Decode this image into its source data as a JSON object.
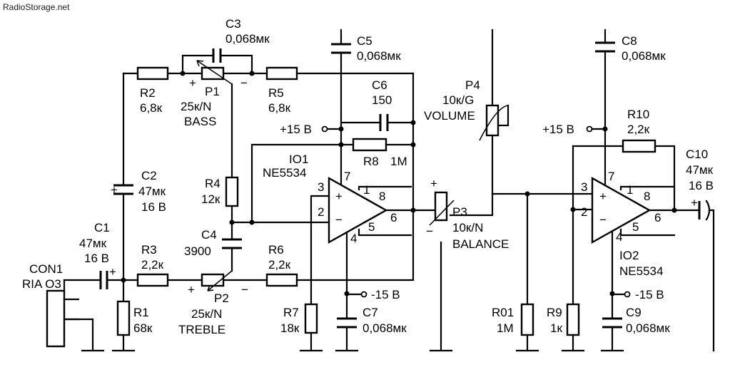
{
  "watermark": "RadioStorage.net",
  "components": {
    "c1": {
      "ref": "C1",
      "value": "47мк",
      "voltage": "16 В"
    },
    "c2": {
      "ref": "C2",
      "value": "47мк",
      "voltage": "16 В"
    },
    "c3": {
      "ref": "C3",
      "value": "0,068мк"
    },
    "c4": {
      "ref": "C4",
      "value": "3900"
    },
    "c5": {
      "ref": "C5",
      "value": "0,068мк"
    },
    "c6": {
      "ref": "C6",
      "value": "150"
    },
    "c7": {
      "ref": "C7",
      "value": "0,068мк"
    },
    "c8": {
      "ref": "C8",
      "value": "0,068мк"
    },
    "c9": {
      "ref": "C9",
      "value": "0,068мк"
    },
    "c10": {
      "ref": "C10",
      "value": "47мк",
      "voltage": "16 В"
    },
    "r1": {
      "ref": "R1",
      "value": "68к"
    },
    "r2": {
      "ref": "R2",
      "value": "6,8к"
    },
    "r3": {
      "ref": "R3",
      "value": "2,2к"
    },
    "r4": {
      "ref": "R4",
      "value": "12к"
    },
    "r5": {
      "ref": "R5",
      "value": "6,8к"
    },
    "r6": {
      "ref": "R6",
      "value": "2,2к"
    },
    "r7": {
      "ref": "R7",
      "value": "18к"
    },
    "r8": {
      "ref": "R8",
      "value": "1M"
    },
    "r9": {
      "ref": "R9",
      "value": "1к"
    },
    "r10": {
      "ref": "R10",
      "value": "2,2к"
    },
    "r01": {
      "ref": "R01",
      "value": "1M"
    },
    "p1": {
      "ref": "P1",
      "value": "25к/N",
      "name": "BASS"
    },
    "p2": {
      "ref": "P2",
      "value": "25к/N",
      "name": "TREBLE"
    },
    "p3": {
      "ref": "P3",
      "value": "10к/N",
      "name": "BALANCE"
    },
    "p4": {
      "ref": "P4",
      "value": "10к/G",
      "name": "VOLUME"
    },
    "io1": {
      "ref": "IO1",
      "part": "NE5534"
    },
    "io2": {
      "ref": "IO2",
      "part": "NE5534"
    },
    "con1": {
      "ref": "CON1",
      "type": "RIA O3"
    }
  },
  "supply": {
    "pos": "+15 В",
    "neg": "-15 В"
  },
  "pins": {
    "p1": "1",
    "p2": "2",
    "p3": "3",
    "p4": "4",
    "p5": "5",
    "p6": "6",
    "p7": "7",
    "p8": "8"
  },
  "signs": {
    "plus": "+",
    "minus": "−"
  }
}
